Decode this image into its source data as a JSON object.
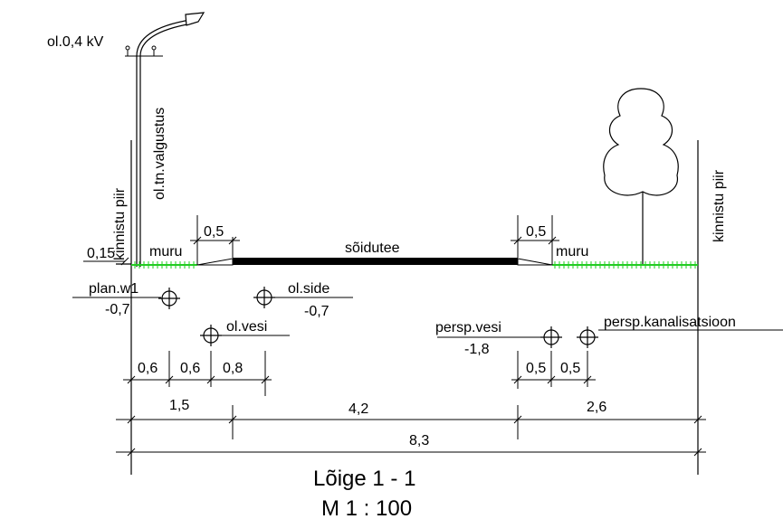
{
  "labels": {
    "power_line": "ol.0,4 kV",
    "street_light": "ol.tn.valgustus",
    "property_left": "kinnistu piir",
    "property_right": "kinnistu piir",
    "grass_left": "muru",
    "grass_right": "muru",
    "road": "sõidutee",
    "dim_015": "0,15",
    "dim_05_left": "0,5",
    "dim_05_right": "0,5"
  },
  "utilities": {
    "plan_w1": {
      "name": "plan.w1",
      "depth": "-0,7"
    },
    "ol_side": {
      "name": "ol.side",
      "depth": "-0,7"
    },
    "ol_vesi": {
      "name": "ol.vesi"
    },
    "persp_vesi": {
      "name": "persp.vesi",
      "depth": "-1,8"
    },
    "persp_kanal": {
      "name": "persp.kanalisatsioon"
    }
  },
  "dimensions": {
    "row1": [
      "0,6",
      "0,6",
      "0,8"
    ],
    "row1_right": [
      "0,5",
      "0,5"
    ],
    "row2": [
      "1,5",
      "4,2",
      "2,6"
    ],
    "total": "8,3"
  },
  "title": "Lõige 1 - 1",
  "scale": "M 1 : 100",
  "colors": {
    "grass": "#22cc22",
    "road": "#000000"
  }
}
